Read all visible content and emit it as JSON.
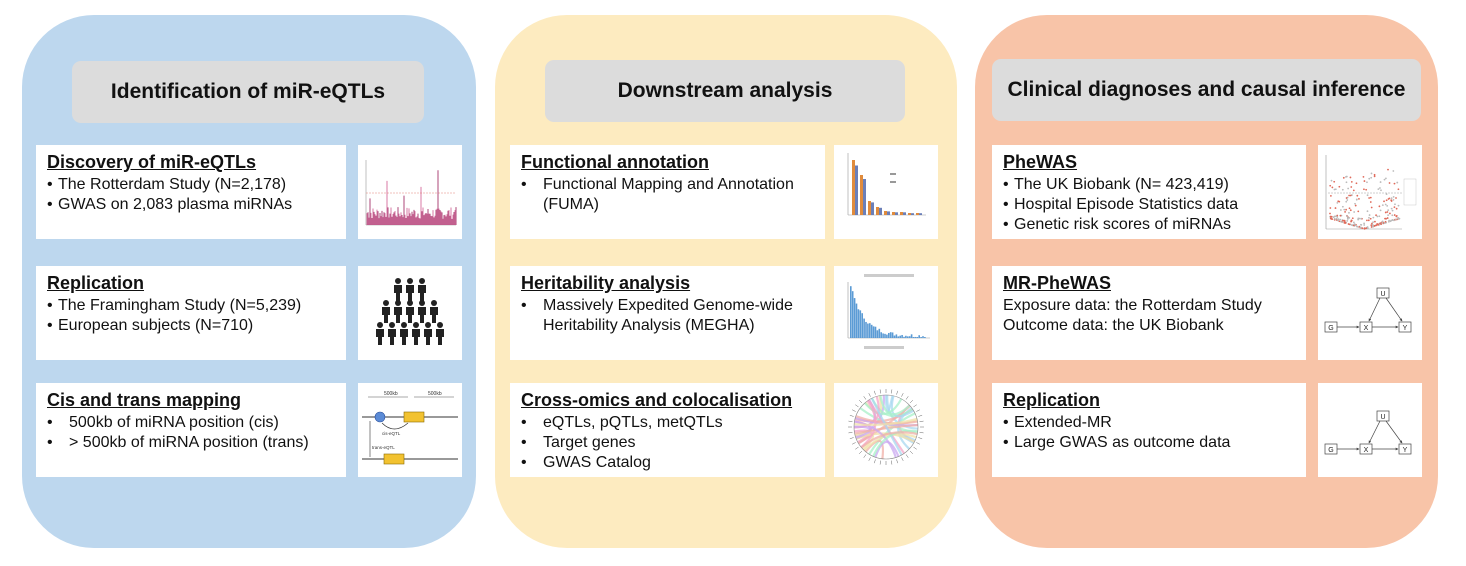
{
  "panels": [
    {
      "title": "Identification of miR-eQTLs",
      "color": "#bdd7ee",
      "cards": [
        {
          "heading": "Discovery of miR-eQTLs",
          "lines": [
            "The Rotterdam Study (N=2,178)",
            "GWAS on 2,083 plasma miRNAs"
          ],
          "thumbnail": "manhattan-plot-thumbnail"
        },
        {
          "heading": "Replication",
          "lines": [
            "The Framingham Study (N=5,239)",
            "European subjects (N=710)"
          ],
          "thumbnail": "people-icon"
        },
        {
          "heading": "Cis and trans mapping",
          "lines": [
            "500kb of miRNA position (cis)",
            "> 500kb of miRNA position (trans)"
          ],
          "thumbnail": "cis-trans-diagram-thumbnail"
        }
      ]
    },
    {
      "title": "Downstream analysis",
      "color": "#fdebc0",
      "cards": [
        {
          "heading": "Functional annotation",
          "lines": [
            "Functional Mapping and Annotation",
            "(FUMA)"
          ],
          "thumbnail": "bar-chart-thumbnail"
        },
        {
          "heading": "Heritability analysis",
          "lines": [
            "Massively Expedited Genome-wide",
            "Heritability Analysis (MEGHA)"
          ],
          "thumbnail": "histogram-thumbnail"
        },
        {
          "heading": "Cross-omics and colocalisation",
          "lines": [
            "eQTLs, pQTLs, metQTLs",
            "Target genes",
            "GWAS Catalog"
          ],
          "thumbnail": "chord-diagram-thumbnail"
        }
      ]
    },
    {
      "title": "Clinical diagnoses and causal inference",
      "color": "#f8c4a8",
      "cards": [
        {
          "heading": "PheWAS",
          "lines": [
            "The UK Biobank (N= 423,419)",
            "Hospital Episode Statistics data",
            "Genetic risk scores of miRNAs"
          ],
          "thumbnail": "volcano-plot-thumbnail"
        },
        {
          "heading": "MR-PheWAS",
          "lines": [
            "Exposure data: the Rotterdam Study",
            "Outcome data: the UK Biobank"
          ],
          "thumbnail": "dag-diagram-thumbnail"
        },
        {
          "heading": "Replication",
          "lines": [
            "Extended-MR",
            "Large GWAS as outcome data"
          ],
          "thumbnail": "dag-diagram-thumbnail"
        }
      ]
    }
  ],
  "dag_labels": {
    "u": "U",
    "g": "G",
    "x": "X",
    "y": "Y"
  },
  "cis_trans_labels": {
    "left": "500kb",
    "right": "500kb",
    "cis": "cis-eQTL",
    "trans": "trans-eQTL"
  }
}
